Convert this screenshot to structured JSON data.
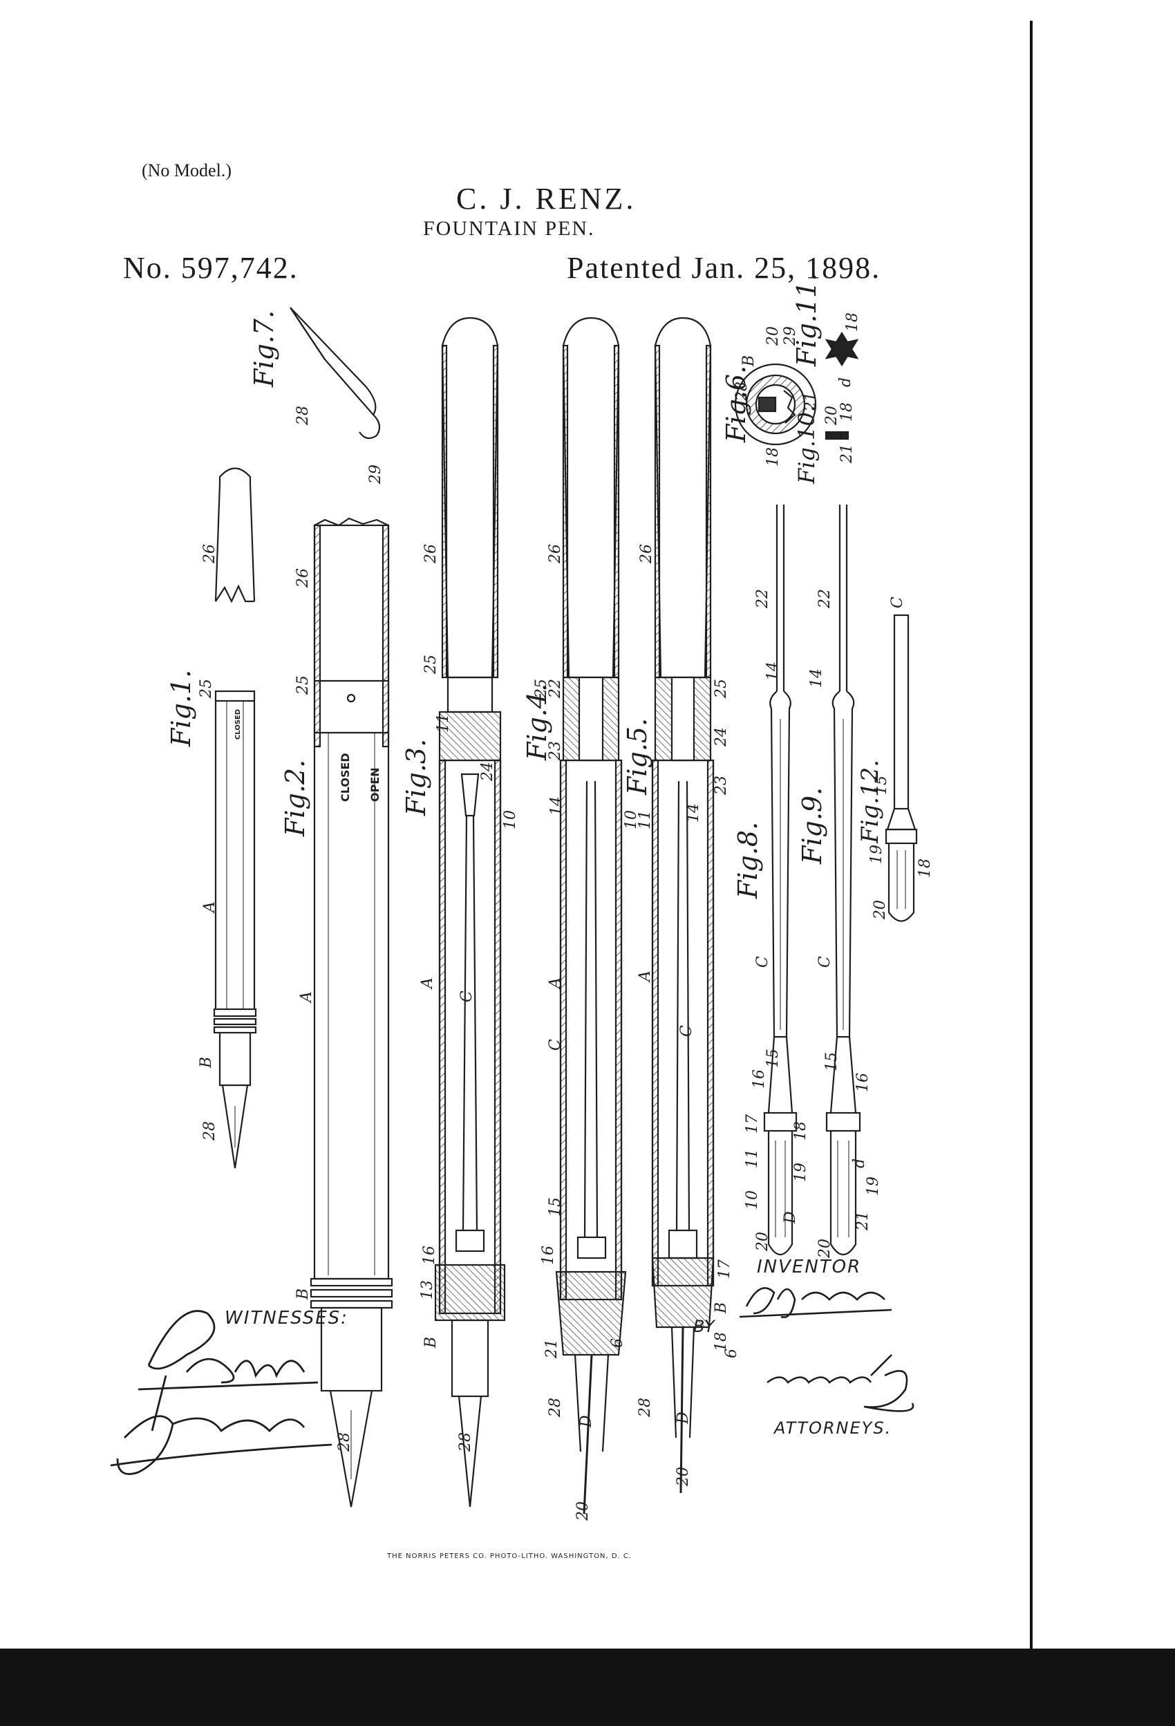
{
  "header": {
    "no_model": "(No Model.)",
    "inventor_name": "C. J. RENZ.",
    "invention_title": "FOUNTAIN PEN.",
    "patent_number": "No. 597,742.",
    "patent_date": "Patented Jan. 25, 1898."
  },
  "figures": {
    "fig1": "Fig.1.",
    "fig2": "Fig.2.",
    "fig3": "Fig.3.",
    "fig4": "Fig.4.",
    "fig5": "Fig.5.",
    "fig6": "Fig.6.",
    "fig7": "Fig.7.",
    "fig8": "Fig.8.",
    "fig9": "Fig.9.",
    "fig10": "Fig.10.",
    "fig11": "Fig.11.",
    "fig12": "Fig.12."
  },
  "barrel_marks": {
    "closed": "CLOSED",
    "open": "OPEN"
  },
  "reference_numerals": {
    "n26": "26",
    "n25": "25",
    "n28": "28",
    "n29": "29",
    "n24": "24",
    "n23": "23",
    "n22": "22",
    "n21": "21",
    "n20": "20",
    "n19": "19",
    "n18": "18",
    "n17": "17",
    "n16": "16",
    "n15": "15",
    "n14": "14",
    "n13": "13",
    "n11": "11",
    "n10": "10",
    "n6": "6",
    "nA": "A",
    "nB": "B",
    "nC": "C",
    "nD": "D",
    "nd": "d"
  },
  "signatures": {
    "witnesses_label": "WITNESSES:",
    "inventor_label": "INVENTOR",
    "by_label": "BY",
    "attorneys_label": "ATTORNEYS."
  },
  "footer": {
    "printer_credit": "THE NORRIS PETERS CO. PHOTO-LITHO. WASHINGTON, D. C."
  },
  "colors": {
    "paper": "#ffffff",
    "ink": "#1a1a1a",
    "bottom_band": "#121212"
  }
}
